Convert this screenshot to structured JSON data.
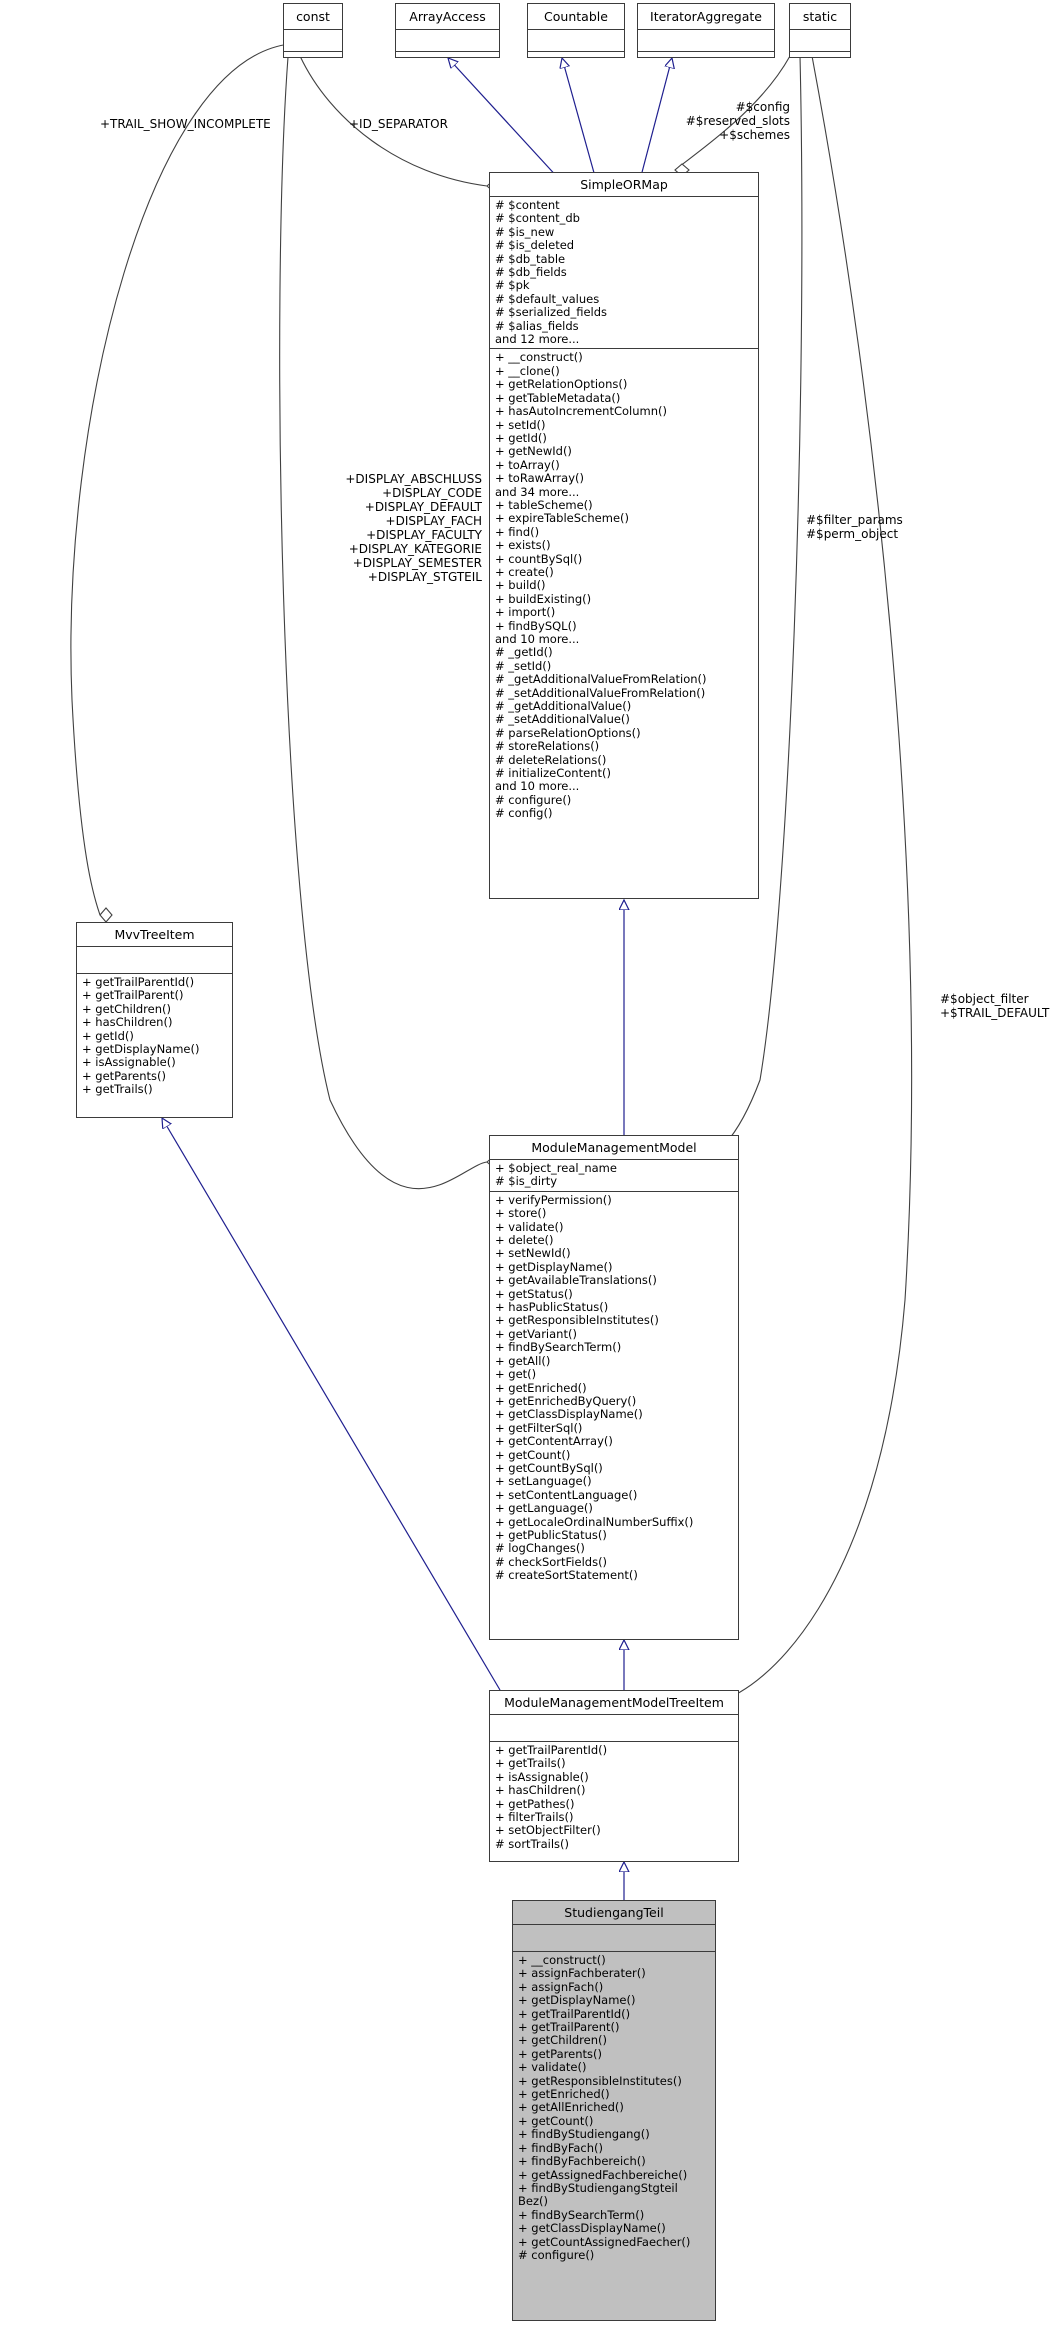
{
  "diagram": {
    "type": "uml-class-diagram",
    "title": "StudiengangTeil class inheritance diagram",
    "colors": {
      "node_border": "#3b3b3b",
      "node_fill": "#ffffff",
      "highlight_fill": "#c0c0c0",
      "inheritance_edge": "#1f1f8f",
      "association_edge": "#404040"
    }
  },
  "nodes": {
    "const": {
      "name": "const",
      "attributes": [],
      "operations": []
    },
    "array_access": {
      "name": "ArrayAccess",
      "attributes": [],
      "operations": []
    },
    "countable": {
      "name": "Countable",
      "attributes": [],
      "operations": []
    },
    "iterator_aggregate": {
      "name": "IteratorAggregate",
      "attributes": [],
      "operations": []
    },
    "static": {
      "name": "static",
      "attributes": [],
      "operations": []
    },
    "simple_ormap": {
      "name": "SimpleORMap",
      "attributes": [
        "# $content",
        "# $content_db",
        "# $is_new",
        "# $is_deleted",
        "# $db_table",
        "# $db_fields",
        "# $pk",
        "# $default_values",
        "# $serialized_fields",
        "# $alias_fields",
        "and 12 more..."
      ],
      "operations": [
        "+ __construct()",
        "+ __clone()",
        "+ getRelationOptions()",
        "+ getTableMetadata()",
        "+ hasAutoIncrementColumn()",
        "+ setId()",
        "+ getId()",
        "+ getNewId()",
        "+ toArray()",
        "+ toRawArray()",
        "and 34 more...",
        "+ tableScheme()",
        "+ expireTableScheme()",
        "+ find()",
        "+ exists()",
        "+ countBySql()",
        "+ create()",
        "+ build()",
        "+ buildExisting()",
        "+ import()",
        "+ findBySQL()",
        "and 10 more...",
        "# _getId()",
        "# _setId()",
        "# _getAdditionalValueFromRelation()",
        "# _setAdditionalValueFromRelation()",
        "# _getAdditionalValue()",
        "# _setAdditionalValue()",
        "# parseRelationOptions()",
        "# storeRelations()",
        "# deleteRelations()",
        "# initializeContent()",
        "and 10 more...",
        "# configure()",
        "# config()"
      ]
    },
    "mvv_tree_item": {
      "name": "MvvTreeItem",
      "attributes": [],
      "operations": [
        "+ getTrailParentId()",
        "+ getTrailParent()",
        "+ getChildren()",
        "+ hasChildren()",
        "+ getId()",
        "+ getDisplayName()",
        "+ isAssignable()",
        "+ getParents()",
        "+ getTrails()"
      ]
    },
    "module_management_model": {
      "name": "ModuleManagementModel",
      "attributes": [
        "+ $object_real_name",
        "# $is_dirty"
      ],
      "operations": [
        "+ verifyPermission()",
        "+ store()",
        "+ validate()",
        "+ delete()",
        "+ setNewId()",
        "+ getDisplayName()",
        "+ getAvailableTranslations()",
        "+ getStatus()",
        "+ hasPublicStatus()",
        "+ getResponsibleInstitutes()",
        "+ getVariant()",
        "+ findBySearchTerm()",
        "+ getAll()",
        "+ get()",
        "+ getEnriched()",
        "+ getEnrichedByQuery()",
        "+ getClassDisplayName()",
        "+ getFilterSql()",
        "+ getContentArray()",
        "+ getCount()",
        "+ getCountBySql()",
        "+ setLanguage()",
        "+ setContentLanguage()",
        "+ getLanguage()",
        "+ getLocaleOrdinalNumberSuffix()",
        "+ getPublicStatus()",
        "# logChanges()",
        "# checkSortFields()",
        "# createSortStatement()"
      ]
    },
    "module_management_model_tree_item": {
      "name": "ModuleManagementModelTreeItem",
      "attributes": [],
      "operations": [
        "+ getTrailParentId()",
        "+ getTrails()",
        "+ isAssignable()",
        "+ hasChildren()",
        "+ getPathes()",
        "+ filterTrails()",
        "+ setObjectFilter()",
        "# sortTrails()"
      ]
    },
    "studiengang_teil": {
      "name": "StudiengangTeil",
      "attributes": [],
      "operations": [
        "+ __construct()",
        "+ assignFachberater()",
        "+ assignFach()",
        "+ getDisplayName()",
        "+ getTrailParentId()",
        "+ getTrailParent()",
        "+ getChildren()",
        "+ getParents()",
        "+ validate()",
        "+ getResponsibleInstitutes()",
        "+ getEnriched()",
        "+ getAllEnriched()",
        "+ getCount()",
        "+ findByStudiengang()",
        "+ findByFach()",
        "+ findByFachbereich()",
        "+ getAssignedFachbereiche()",
        "+ findByStudiengangStgteil",
        "Bez()",
        "+ findBySearchTerm()",
        "+ getClassDisplayName()",
        "+ getCountAssignedFaecher()",
        "# configure()"
      ]
    }
  },
  "edge_labels": {
    "trail_show_incomplete": "+TRAIL_SHOW_INCOMPLETE",
    "id_separator": "+ID_SEPARATOR",
    "static_from_simpleormap": "#$config\n#$reserved_slots\n+$schemes",
    "display_consts": "+DISPLAY_ABSCHLUSS\n+DISPLAY_CODE\n+DISPLAY_DEFAULT\n+DISPLAY_FACH\n+DISPLAY_FACULTY\n+DISPLAY_KATEGORIE\n+DISPLAY_SEMESTER\n+DISPLAY_STGTEIL",
    "filter_params": "#$filter_params\n#$perm_object",
    "object_filter": "#$object_filter\n+$TRAIL_DEFAULT"
  }
}
